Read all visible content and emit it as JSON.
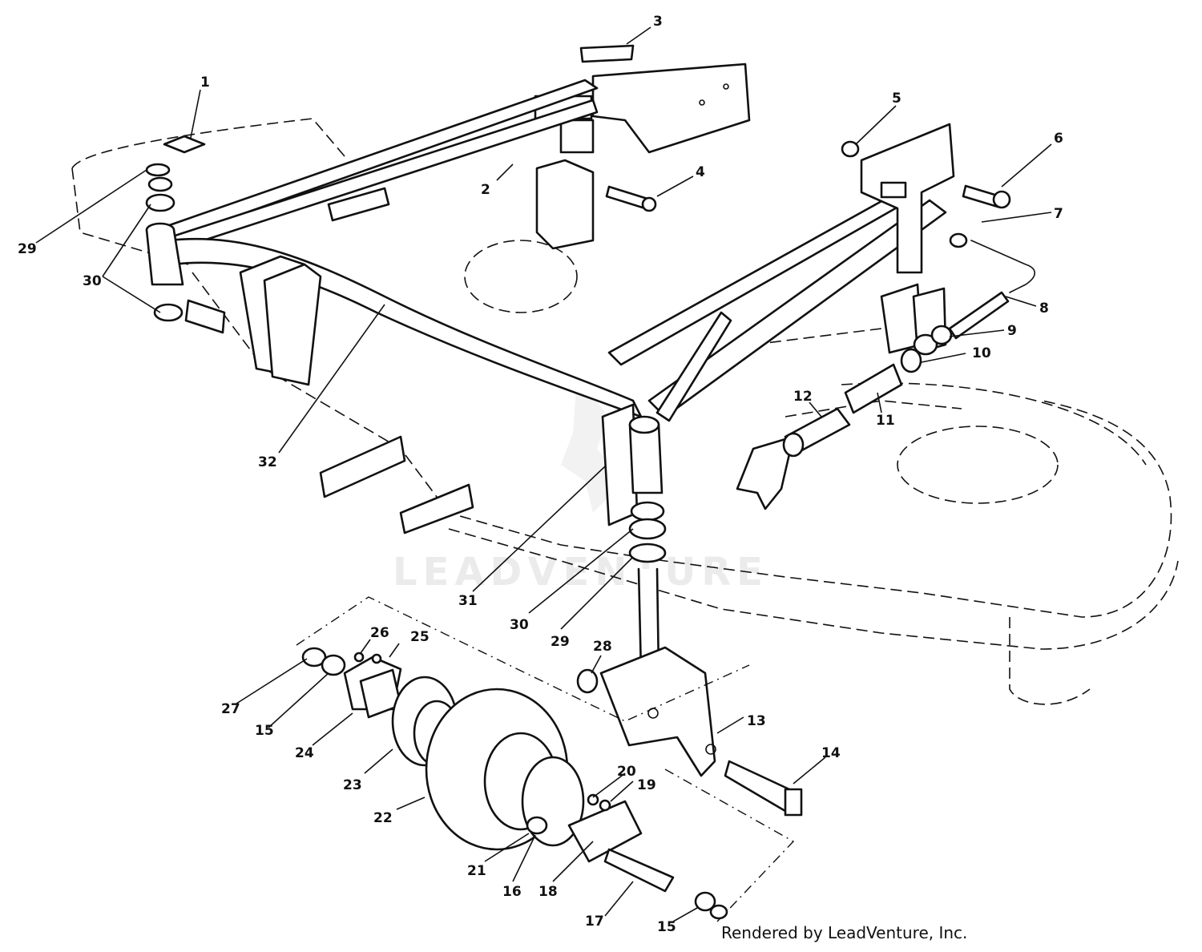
{
  "diagram": {
    "watermark": "LEADVENTURE",
    "credit": "Rendered by LeadVenture, Inc.",
    "callouts": [
      {
        "id": "c1",
        "text": "1"
      },
      {
        "id": "c2",
        "text": "2"
      },
      {
        "id": "c3",
        "text": "3"
      },
      {
        "id": "c4",
        "text": "4"
      },
      {
        "id": "c5",
        "text": "5"
      },
      {
        "id": "c6",
        "text": "6"
      },
      {
        "id": "c7",
        "text": "7"
      },
      {
        "id": "c8",
        "text": "8"
      },
      {
        "id": "c9",
        "text": "9"
      },
      {
        "id": "c10",
        "text": "10"
      },
      {
        "id": "c11",
        "text": "11"
      },
      {
        "id": "c12",
        "text": "12"
      },
      {
        "id": "c13",
        "text": "13"
      },
      {
        "id": "c14",
        "text": "14"
      },
      {
        "id": "c15a",
        "text": "15"
      },
      {
        "id": "c15b",
        "text": "15"
      },
      {
        "id": "c16",
        "text": "16"
      },
      {
        "id": "c17",
        "text": "17"
      },
      {
        "id": "c18",
        "text": "18"
      },
      {
        "id": "c19",
        "text": "19"
      },
      {
        "id": "c20",
        "text": "20"
      },
      {
        "id": "c21",
        "text": "21"
      },
      {
        "id": "c22",
        "text": "22"
      },
      {
        "id": "c23",
        "text": "23"
      },
      {
        "id": "c24",
        "text": "24"
      },
      {
        "id": "c25",
        "text": "25"
      },
      {
        "id": "c26",
        "text": "26"
      },
      {
        "id": "c27",
        "text": "27"
      },
      {
        "id": "c28",
        "text": "28"
      },
      {
        "id": "c29a",
        "text": "29"
      },
      {
        "id": "c29b",
        "text": "29"
      },
      {
        "id": "c30a",
        "text": "30"
      },
      {
        "id": "c30b",
        "text": "30"
      },
      {
        "id": "c31",
        "text": "31"
      },
      {
        "id": "c32",
        "text": "32"
      }
    ]
  }
}
